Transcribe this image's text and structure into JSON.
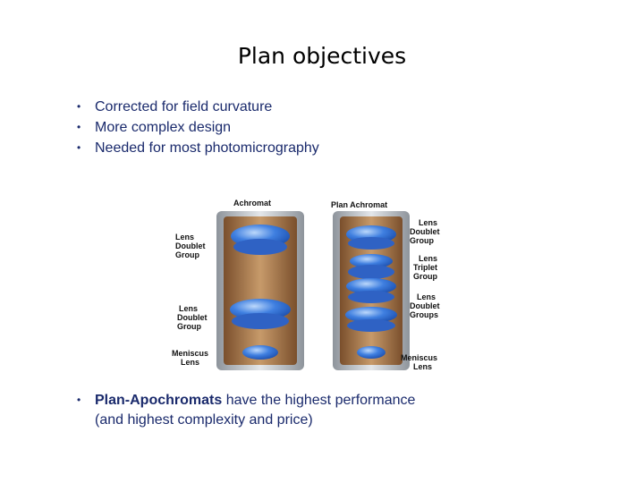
{
  "slide": {
    "title": "Plan objectives",
    "bullets": [
      "Corrected for field curvature",
      "More complex design",
      "Needed for most photomicrography"
    ],
    "bottom_bullet": {
      "bold": "Plan-Apochromats",
      "rest": "have the highest performance",
      "line2": "(and highest complexity and price)"
    },
    "bullet_char": "•"
  },
  "figure": {
    "left_title": "Achromat",
    "right_title": "Plan Achromat",
    "left_labels": {
      "doublet1": [
        "Lens",
        "Doublet",
        "Group"
      ],
      "doublet2": [
        "Lens",
        "Doublet",
        "Group"
      ],
      "meniscus": [
        "Meniscus",
        "Lens"
      ]
    },
    "right_labels": {
      "doublet": [
        "Lens",
        "Doublet",
        "Group"
      ],
      "triplet": [
        "Lens",
        "Triplet",
        "Group"
      ],
      "doublets": [
        "Lens",
        "Doublet",
        "Groups"
      ],
      "meniscus": [
        "Meniscus",
        "Lens"
      ]
    },
    "colors": {
      "lens": "#2f6fd8",
      "lens_light": "#9cc4f5",
      "barrel": "#a97648",
      "metal": "#c9cdd2"
    }
  }
}
